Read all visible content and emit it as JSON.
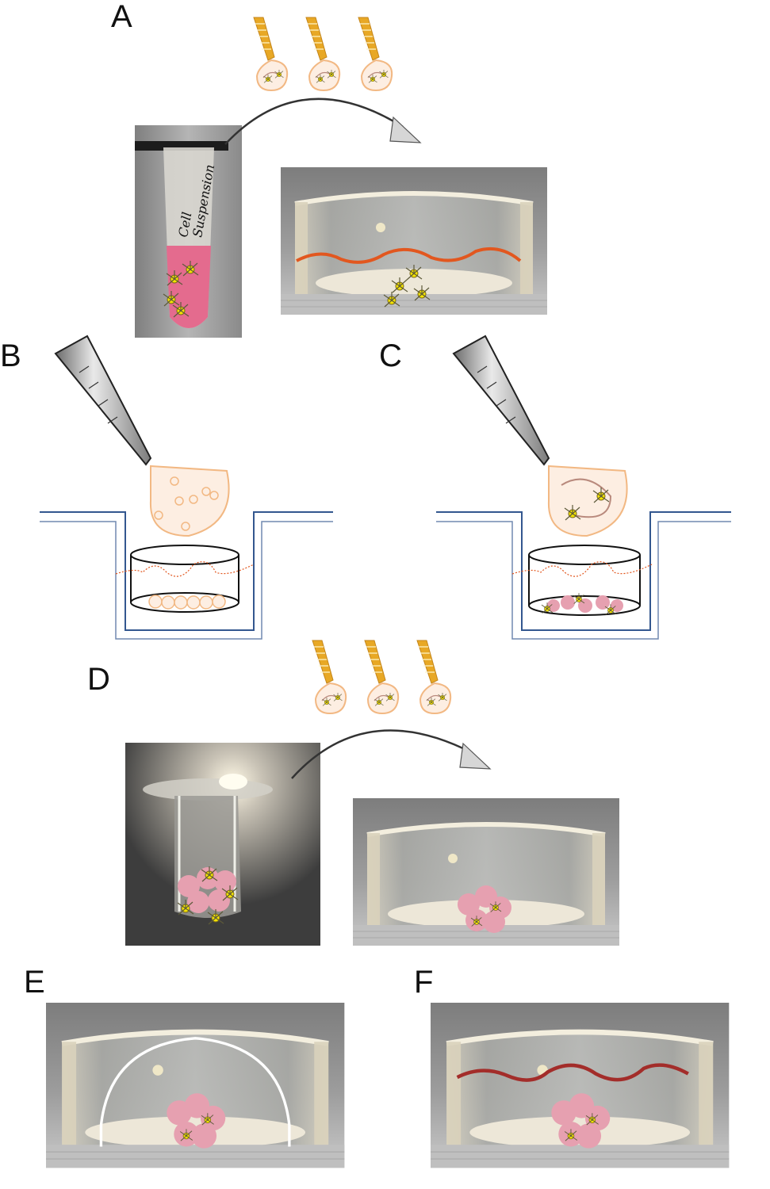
{
  "panel_labels": {
    "a": "A",
    "b": "B",
    "c": "C",
    "d": "D",
    "e": "E",
    "f": "F"
  },
  "tube_label": {
    "line1": "Cell",
    "line2": "Suspension"
  },
  "colors": {
    "background": "#ffffff",
    "pipette_tip": "#e8a825",
    "droplet_fill": "#fdeee2",
    "droplet_stroke": "#f2b883",
    "neuron_yellow": "#f4e300",
    "culture_medium_pink": "#e46b8e",
    "orange_wave": "#e2571f",
    "dark_red_wave": "#a32d2a",
    "insert_blue": "#33578f",
    "sphere_pink": "#e6a0b0",
    "arrow_grey": "#d6d6d6"
  },
  "icons": [
    "multichannel-pipette-icon",
    "curved-arrow-icon",
    "serological-pipette-icon",
    "neuron-cluster-icon",
    "culture-insert-icon"
  ]
}
